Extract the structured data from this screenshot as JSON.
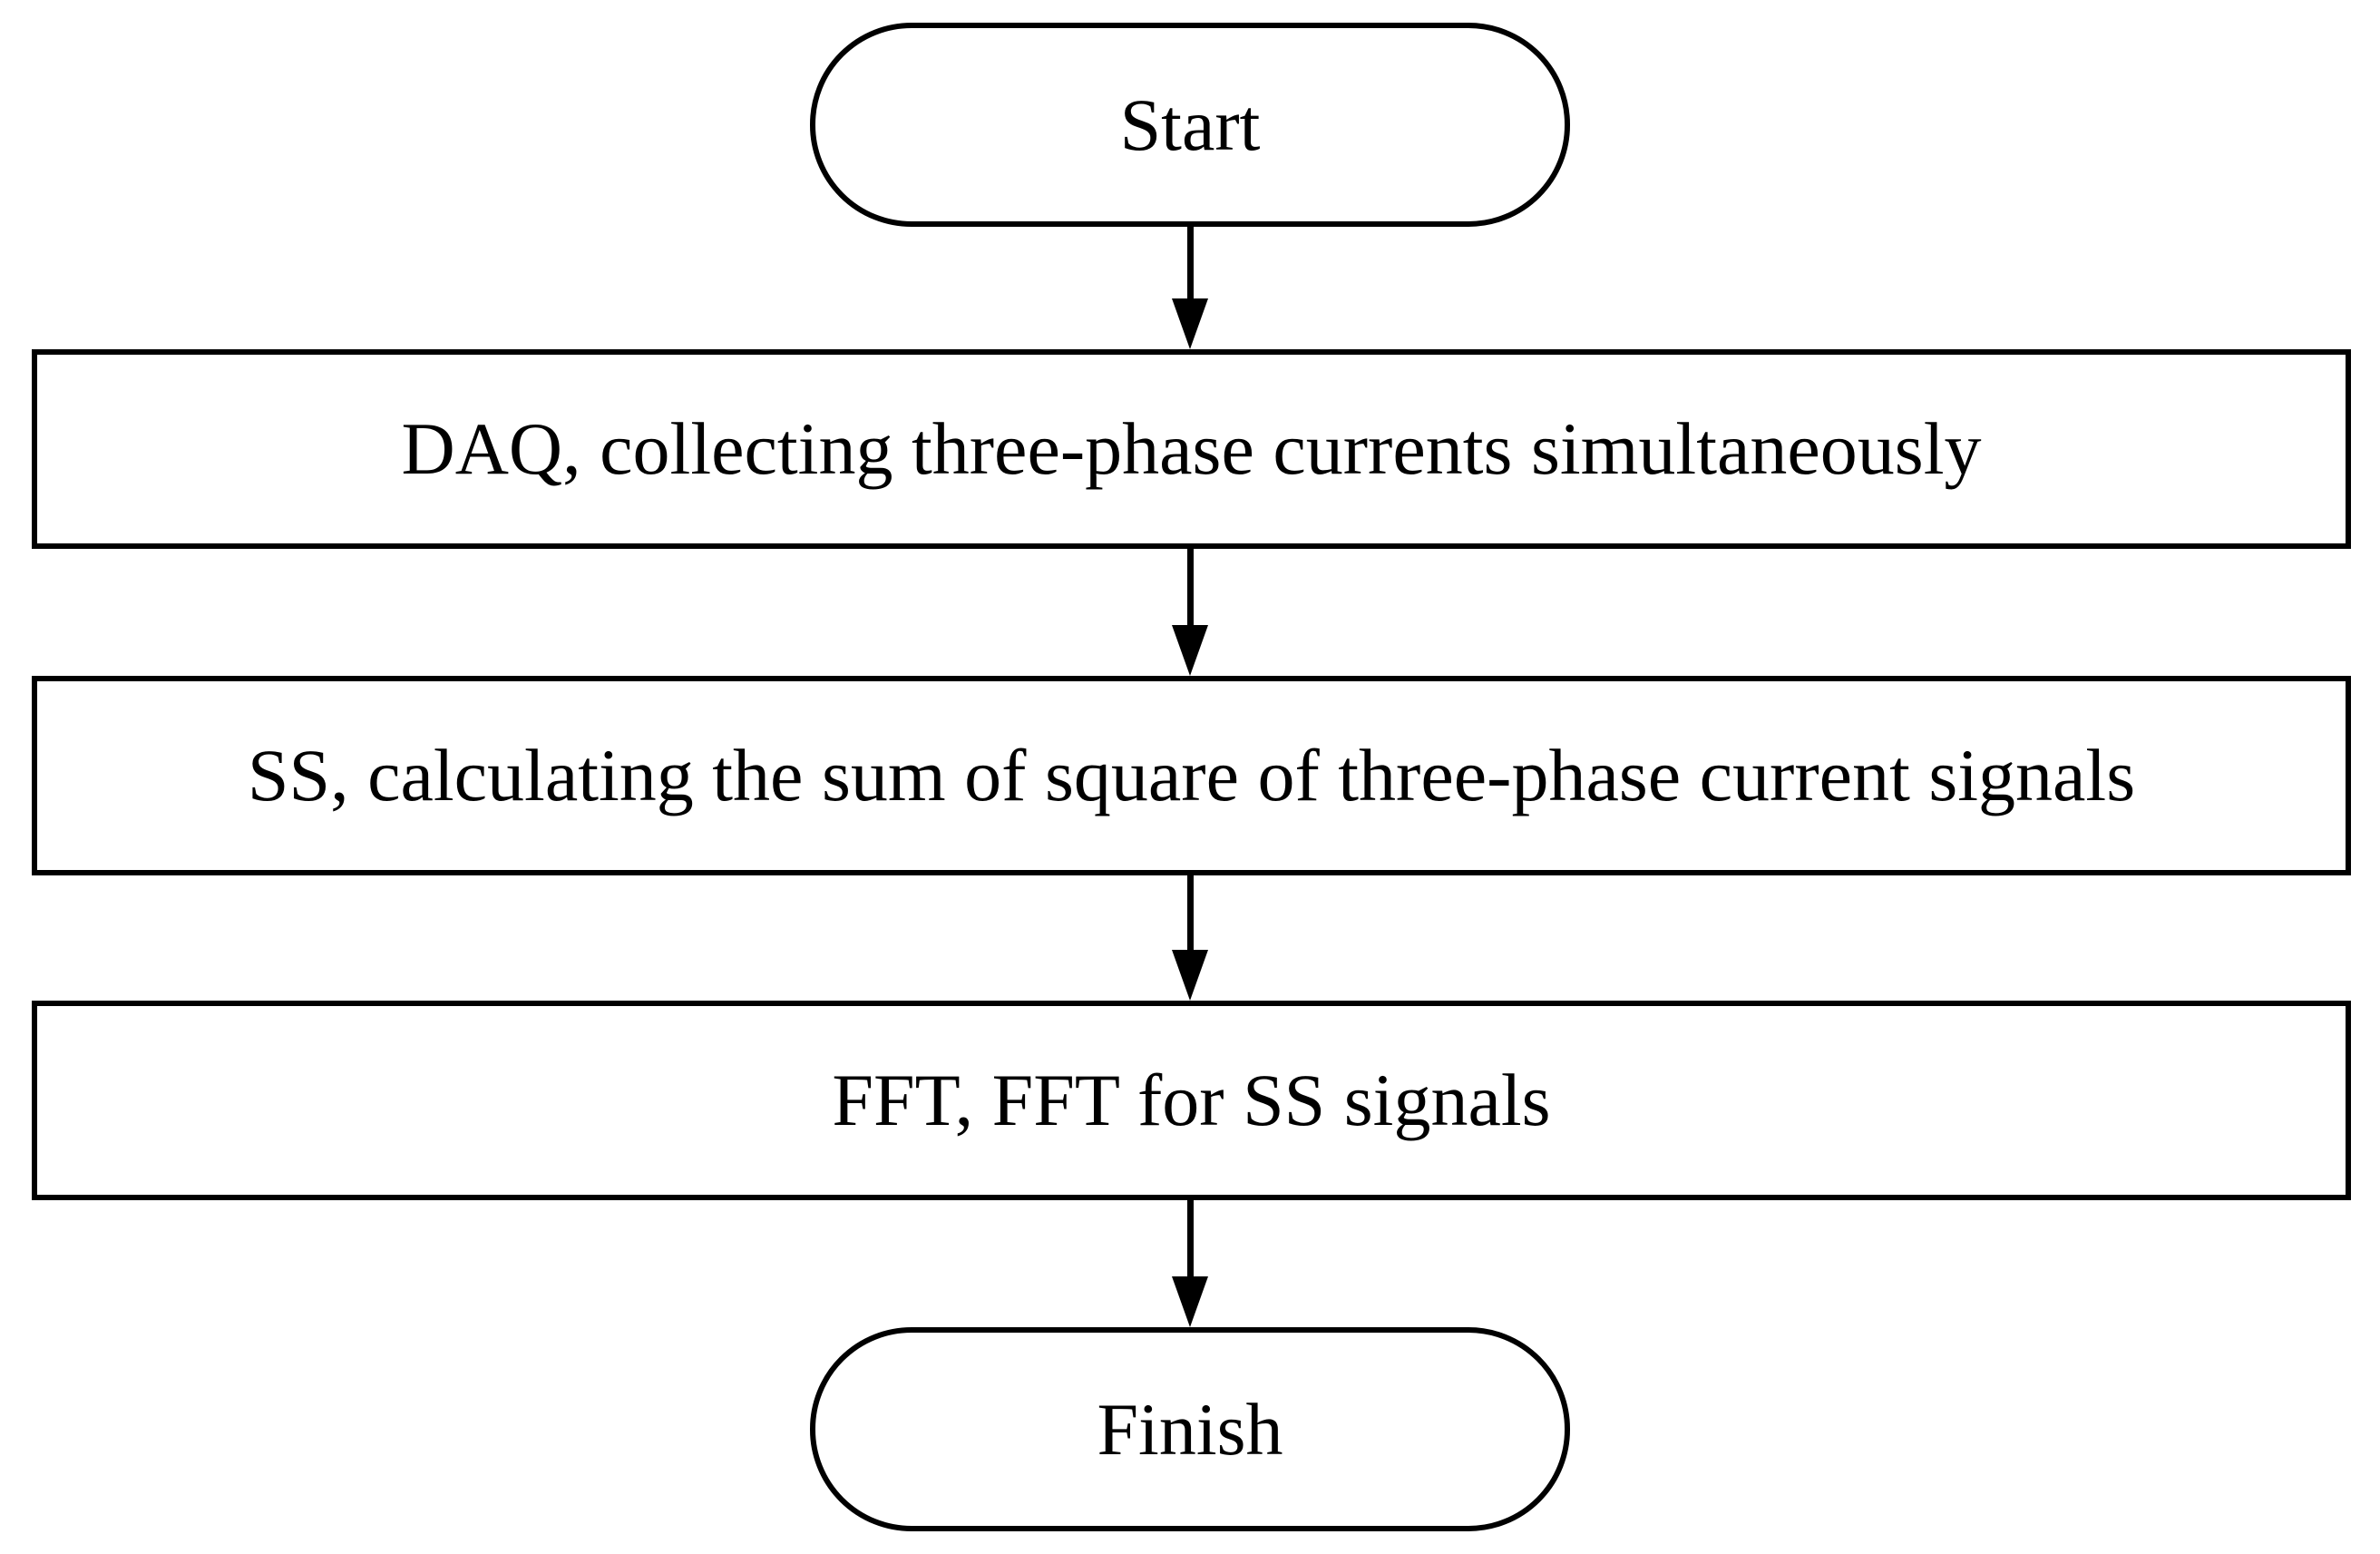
{
  "flowchart": {
    "start": {
      "label": "Start"
    },
    "steps": [
      {
        "label": "DAQ, collecting three-phase currents simultaneously"
      },
      {
        "label": "SS, calculating the sum of square of three-phase current signals"
      },
      {
        "label": "FFT, FFT for SS signals"
      }
    ],
    "finish": {
      "label": "Finish"
    }
  }
}
